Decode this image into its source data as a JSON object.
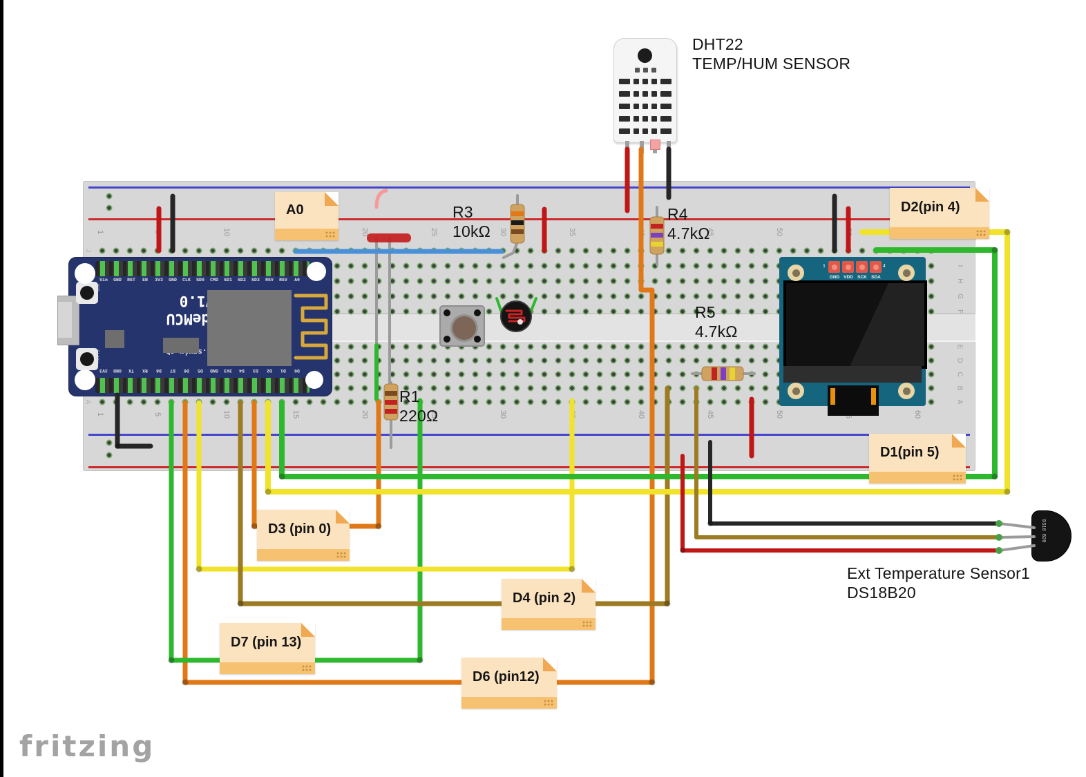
{
  "logo": "fritzing",
  "breadboard": {
    "col_first": "1",
    "cols": [
      "5",
      "10",
      "15",
      "20",
      "25",
      "30",
      "35",
      "40",
      "45",
      "50",
      "55",
      "60"
    ],
    "rows_top": [
      "J",
      "I",
      "H",
      "G",
      "F"
    ],
    "rows_bottom": [
      "E",
      "D",
      "C",
      "B",
      "A"
    ]
  },
  "nodemcu": {
    "top_pins": [
      "Vin",
      "GND",
      "RST",
      "EN",
      "3V3",
      "GND",
      "CLK",
      "SD0",
      "CMD",
      "SD1",
      "SD2",
      "SD3",
      "RSV",
      "RSV",
      "A0"
    ],
    "bottom_pins": [
      "3V3",
      "GND",
      "TX",
      "RX",
      "D8",
      "D7",
      "D6",
      "D5",
      "GND",
      "3V3",
      "D4",
      "D3",
      "D2",
      "D1",
      "D0"
    ],
    "title_line1": "NodeMCU",
    "title_line2": "V1.0",
    "subtitle": "blog.squix.ch",
    "rst_button": "RST",
    "flash_button": "FLASH"
  },
  "dht22": {
    "title_line1": "DHT22",
    "title_line2": "TEMP/HUM SENSOR"
  },
  "oled": {
    "pins": [
      "GND",
      "VDD",
      "SCK",
      "SDA"
    ],
    "pin_first": "1",
    "pin_last": "4"
  },
  "ds18b20": {
    "title_line1": "Ext Temperature Sensor1",
    "title_line2": "DS18B20",
    "chip_text": "DS18 B20"
  },
  "resistors": {
    "r1": {
      "name": "R1",
      "value": "220Ω"
    },
    "r3": {
      "name": "R3",
      "value": "10kΩ"
    },
    "r4": {
      "name": "R4",
      "value": "4.7kΩ"
    },
    "r5": {
      "name": "R5",
      "value": "4.7kΩ"
    }
  },
  "notes": [
    {
      "label": "A0"
    },
    {
      "label": "D2(pin 4)"
    },
    {
      "label": "D1(pin 5)"
    },
    {
      "label": "D3 (pin 0)"
    },
    {
      "label": "D4 (pin 2)"
    },
    {
      "label": "D7 (pin 13)"
    },
    {
      "label": "D6 (pin12)"
    }
  ],
  "colors": {
    "wire_green": "#2eb82e",
    "wire_yellow": "#f0e32a",
    "wire_orange": "#e07817",
    "wire_brown": "#9c7b22",
    "wire_red": "#c01616",
    "wire_black": "#262626",
    "wire_blue": "#4a90d9",
    "note_bg": "#fce3c0",
    "board_teal": "#16657f",
    "nodemcu_blue": "#26346d"
  }
}
